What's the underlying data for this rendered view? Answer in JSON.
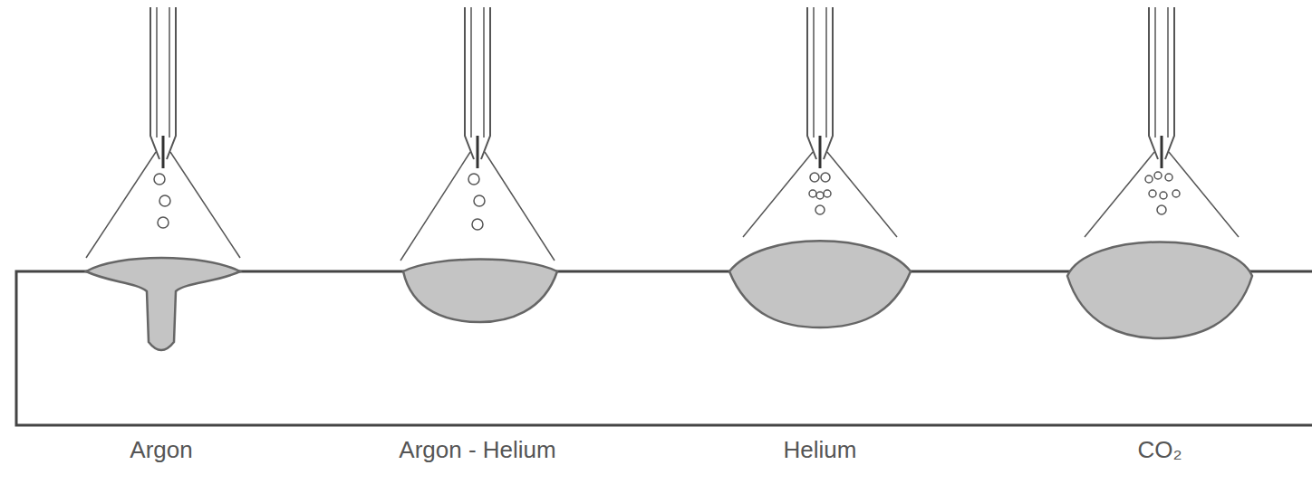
{
  "diagram": {
    "labels": [
      "Argon",
      "Argon - Helium",
      "Helium",
      "CO₂"
    ]
  }
}
